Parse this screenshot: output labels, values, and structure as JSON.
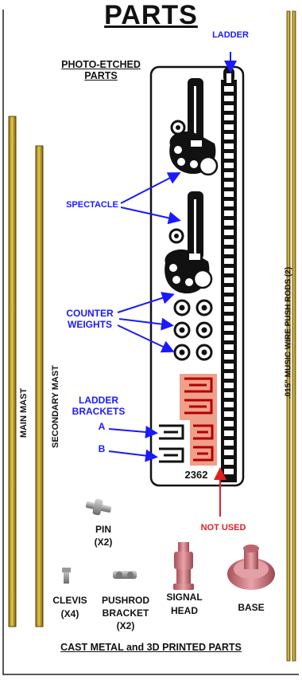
{
  "title": "PARTS",
  "photo_etched_label": "PHOTO-ETCHED PARTS",
  "part_number": "2362",
  "callouts": {
    "ladder": "LADDER",
    "spectacle": "SPECTACLE",
    "counter_weights": "COUNTER WEIGHTS",
    "ladder_brackets": "LADDER BRACKETS",
    "bracket_a": "A",
    "bracket_b": "B",
    "not_used": "NOT USED"
  },
  "rods": {
    "main_mast": "MAIN MAST",
    "secondary_mast": "SECONDARY MAST",
    "push_rods": ".015\" MUSIC WIRE PUSH RODS (2)"
  },
  "cast_parts": {
    "pin": "PIN",
    "pin_qty": "(X2)",
    "clevis": "CLEVIS",
    "clevis_qty": "(X4)",
    "pushrod_bracket_1": "PUSHROD",
    "pushrod_bracket_2": "BRACKET",
    "pushrod_bracket_qty": "(X2)",
    "signal_head_1": "SIGNAL",
    "signal_head_2": "HEAD",
    "base": "BASE"
  },
  "footer": "CAST METAL and 3D PRINTED PARTS",
  "colors": {
    "callout_blue": "#1a1aff",
    "not_used_red": "#e02020",
    "brass": "#c9a227",
    "fret_black": "#111111",
    "resin_pink": "#cf7c82",
    "highlight_salmon": "#f0a08a"
  }
}
